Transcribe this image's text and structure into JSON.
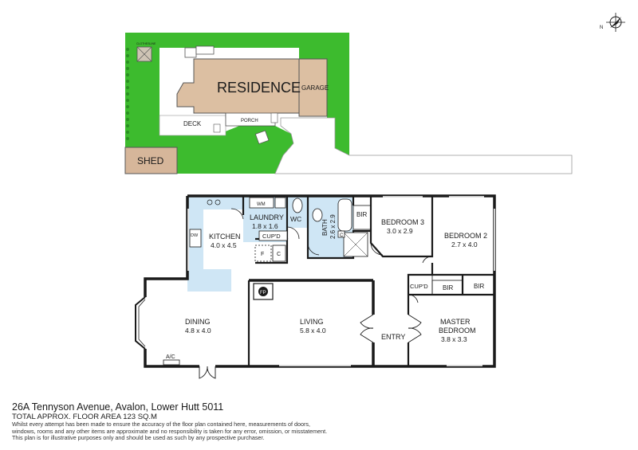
{
  "site": {
    "residence_label": "RESIDENCE",
    "garage_label": "GARAGE",
    "porch_label": "PORCH",
    "deck_label": "DECK",
    "shed_label": "SHED",
    "clothesline_label": "CLOTHESLINE"
  },
  "rooms": {
    "laundry": {
      "name": "LAUNDRY",
      "dims": "1.8 x 1.6"
    },
    "wm": "WM",
    "wc": "WC",
    "bath": {
      "name": "BATH",
      "dims": "2.6 x 2.9"
    },
    "bath_c": "C",
    "bir_1": "BIR",
    "bedroom3": {
      "name": "BEDROOM 3",
      "dims": "3.0 x 2.9"
    },
    "bedroom2": {
      "name": "BEDROOM 2",
      "dims": "2.7 x 4.0"
    },
    "kitchen": {
      "name": "KITCHEN",
      "dims": "4.0 x 4.5"
    },
    "dw": "DW",
    "cupd_laundry": "CUP'D",
    "fridge": "F",
    "pantry_c": "C",
    "fp": "FP",
    "cupd_hall": "CUP'D",
    "bir_2": "BIR",
    "bir_3": "BIR",
    "dining": {
      "name": "DINING",
      "dims": "4.8 x 4.0"
    },
    "living": {
      "name": "LIVING",
      "dims": "5.8 x 4.0"
    },
    "entry": "ENTRY",
    "master": {
      "name_1": "MASTER",
      "name_2": "BEDROOM",
      "dims": "3.8 x 3.3"
    },
    "ac": "A/C"
  },
  "compass": {
    "north": "N"
  },
  "footer": {
    "address": "26A Tennyson Avenue, Avalon, Lower Hutt 5011",
    "total_area": "TOTAL APPROX. FLOOR AREA 123 SQ.M",
    "disclaimer": [
      "Whilst every attempt has been made to ensure the accuracy of the floor plan contained here, measurements of doors,",
      "windows, rooms and any other items are approximate and no responsibility is taken for any error, omission, or misstatement.",
      "This plan is for illustrative purposes only and should be used as such by any prospective purchaser."
    ]
  },
  "colors": {
    "lawn": "#3dbb2e",
    "residence": "#dcbfa2",
    "shed": "#d6b69a",
    "wet_area": "#cfe6f5",
    "wall": "#1a1a1a"
  }
}
